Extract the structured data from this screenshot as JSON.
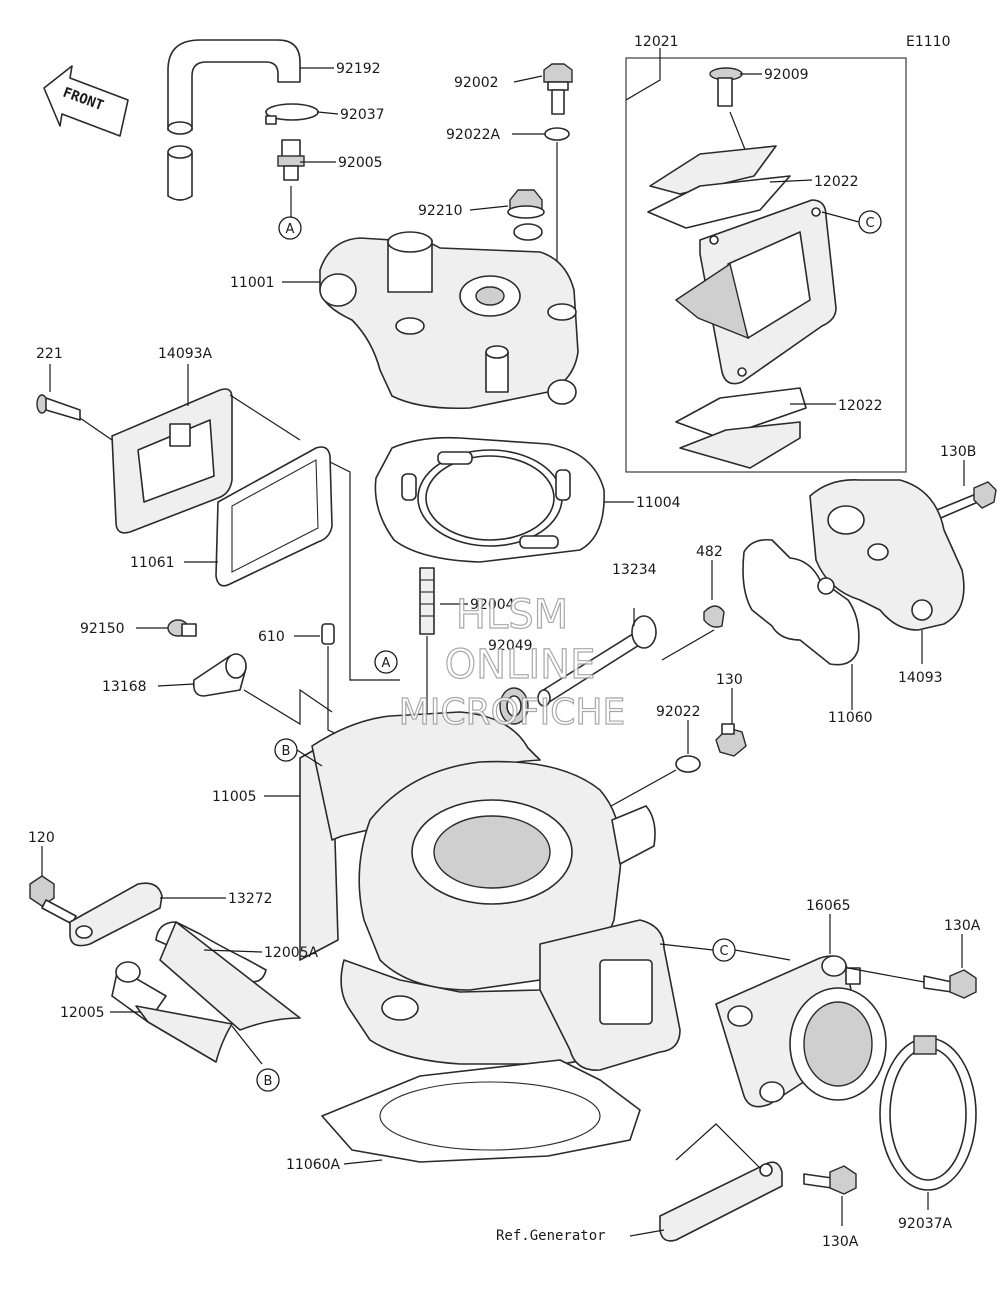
{
  "diagram_code": "E1110",
  "front_label": "FRONT",
  "watermark": {
    "line1": "HLSM",
    "line2": "ONLINE",
    "line3": "MICROFICHE"
  },
  "ref_note": "Ref.Generator",
  "callouts": {
    "A": "A",
    "B": "B",
    "C": "C"
  },
  "parts": {
    "p92192": "92192",
    "p92037": "92037",
    "p92005": "92005",
    "p92002": "92002",
    "p92022A": "92022A",
    "p92210": "92210",
    "p11001": "11001",
    "p12021": "12021",
    "p92009": "92009",
    "p12022a": "12022",
    "p12022b": "12022",
    "p221": "221",
    "p14093A": "14093A",
    "p11004": "11004",
    "p11061": "11061",
    "p130B": "130B",
    "p13234": "13234",
    "p482": "482",
    "p92150": "92150",
    "p610": "610",
    "p92004": "92004",
    "p92049": "92049",
    "p13168": "13168",
    "p92022": "92022",
    "p130": "130",
    "p14093": "14093",
    "p11060": "11060",
    "p11005": "11005",
    "p120": "120",
    "p13272": "13272",
    "p12005A": "12005A",
    "p12005": "12005",
    "p16065": "16065",
    "p130A1": "130A",
    "p11060A": "11060A",
    "p130A2": "130A",
    "p92037A": "92037A"
  }
}
